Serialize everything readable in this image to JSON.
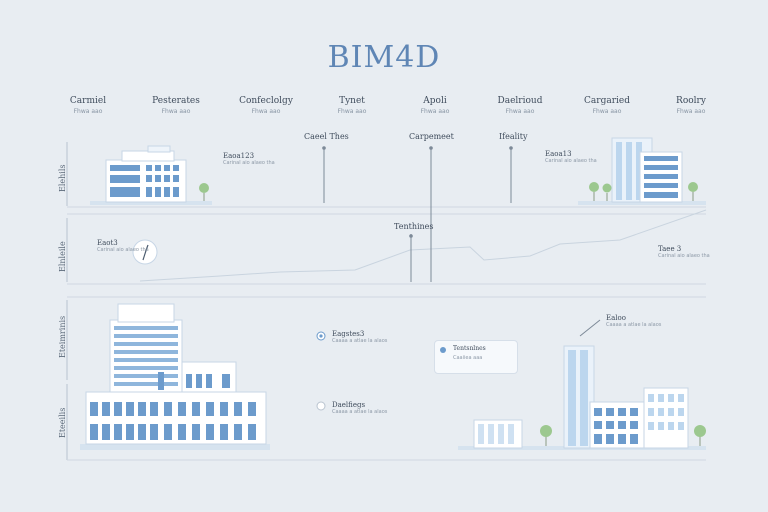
{
  "title": "BIM4D",
  "phases": [
    {
      "label": "Carmiel",
      "sub": "Fhwa aao"
    },
    {
      "label": "Pesterates",
      "sub": "Fhwa aao"
    },
    {
      "label": "Confeclolgy",
      "sub": "Fhwa aao"
    },
    {
      "label": "Tynet",
      "sub": "Fhwa aao"
    },
    {
      "label": "Apoli",
      "sub": "Fhwa aao"
    },
    {
      "label": "Daelrioud",
      "sub": "Fhwa aao"
    },
    {
      "label": "Cargaried",
      "sub": "Fhwa aao"
    },
    {
      "label": "Roolry",
      "sub": "Fhwa aao"
    }
  ],
  "markers": [
    {
      "label": "Caeel Thes"
    },
    {
      "label": "Carpemeet"
    },
    {
      "label": "Ifeality"
    },
    {
      "label": "Tenthines"
    }
  ],
  "row_labels": [
    "Elehils",
    "Elnleile",
    "Eteimrinis",
    "Eteeilis"
  ],
  "annotations": {
    "top_left": {
      "title": "Eaoa123",
      "sub": "Carinal aio alaeo tha"
    },
    "top_right": {
      "title": "Eaoa13",
      "sub": "Carinal aio alaeo tha"
    },
    "mid_left": {
      "title": "Eaot3",
      "sub": "Carinal aio alaeo tha"
    },
    "mid_right": {
      "title": "Taee 3",
      "sub": "Carinal aio alaeo tha"
    },
    "lower_a": {
      "title": "Eagstes3",
      "sub": "Caaaa a atlae la alaos"
    },
    "lower_b": {
      "title": "Daelfiegs",
      "sub": "Caaaa a atlae la alaos"
    },
    "lower_card": {
      "title": "Tentsnlnes",
      "sub": "Caaiiea aaa"
    },
    "lower_right": {
      "title": "Ealoo",
      "sub": "Caaaa a atlae la alaos"
    }
  },
  "colors": {
    "accent": "#5f86b5",
    "building": "#6c9bcc",
    "glass": "#cfe1f2",
    "tree": "#9cc88f"
  }
}
